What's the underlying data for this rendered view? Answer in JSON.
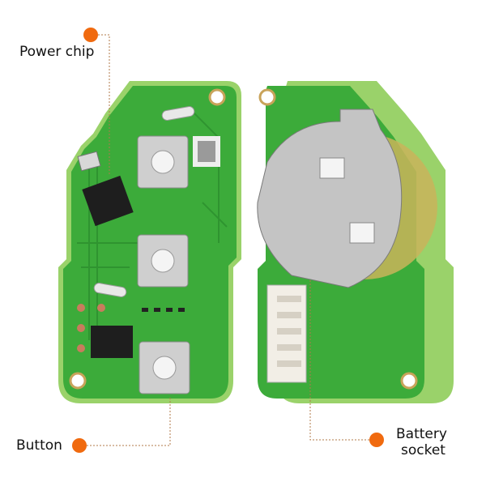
{
  "labels": {
    "power_chip": "Power chip",
    "button": "Button",
    "battery_line1": "Battery",
    "battery_line2": "socket"
  },
  "colors": {
    "accent_dot": "#f06a0f",
    "leader_line": "#b07a4a",
    "pcb_green": "#3cab3a",
    "pcb_edge": "#8fce5a"
  }
}
